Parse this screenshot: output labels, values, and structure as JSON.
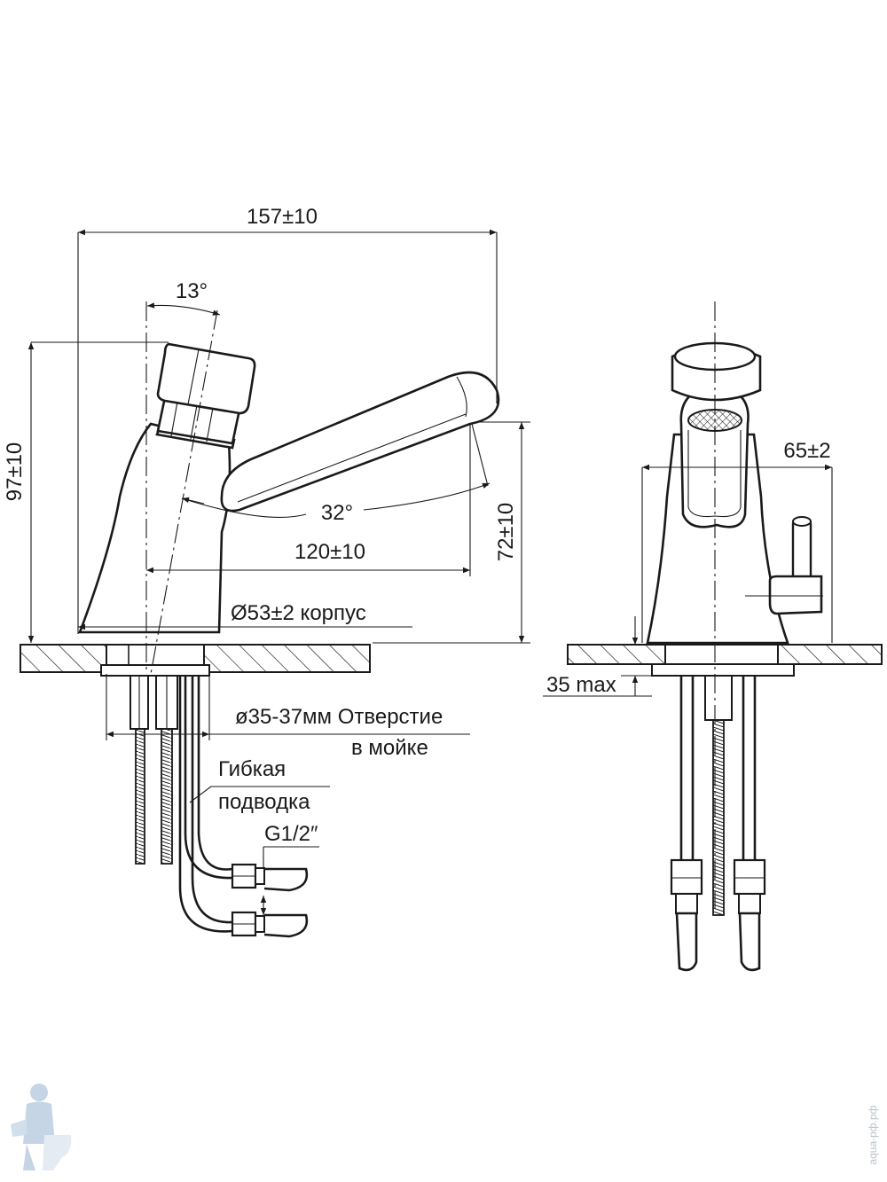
{
  "dimensions": {
    "overall_length": "157±10",
    "handle_angle": "13°",
    "height": "97±10",
    "spout_angle": "32°",
    "spout_reach": "120±10",
    "spout_height": "72±10",
    "body_diameter": "Ø53±2 корпус",
    "hole_diameter_line1": "ø35-37мм Отверстие",
    "hole_diameter_line2": "в мойке",
    "hose_line1": "Гибкая",
    "hose_line2": "подводка",
    "thread": "G1/2″",
    "side_width": "65±2",
    "counter_thickness": "35 max"
  },
  "watermark": {
    "text": "аqua-рф.рф",
    "icon": "plumber-logo-icon"
  }
}
